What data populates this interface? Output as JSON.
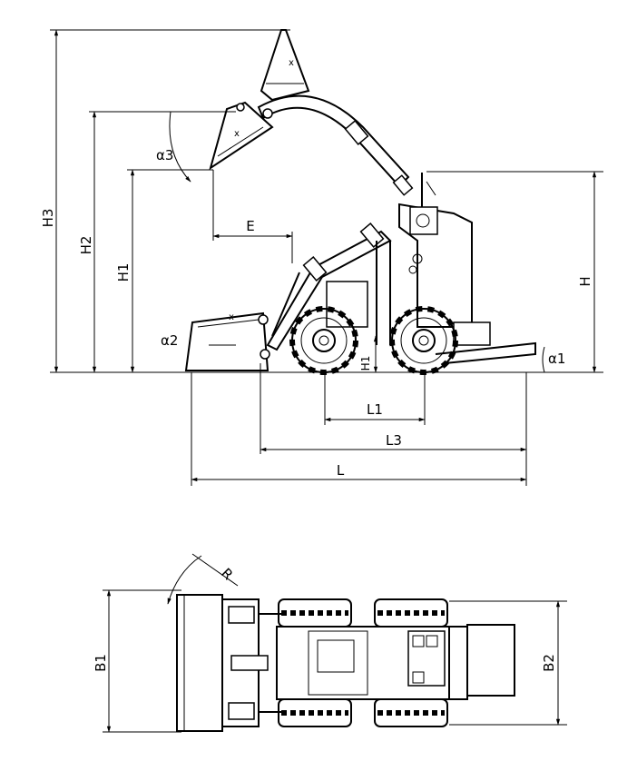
{
  "side_view": {
    "labels": {
      "H3": "H3",
      "H2": "H2",
      "H1": "H1",
      "H": "H",
      "HH": "H1",
      "E": "E",
      "a3": "α3",
      "a2": "α2",
      "a1": "α1",
      "L1": "L1",
      "L3": "L3",
      "L": "L"
    }
  },
  "top_view": {
    "labels": {
      "B1": "B1",
      "B2": "B2",
      "R": "R"
    }
  }
}
